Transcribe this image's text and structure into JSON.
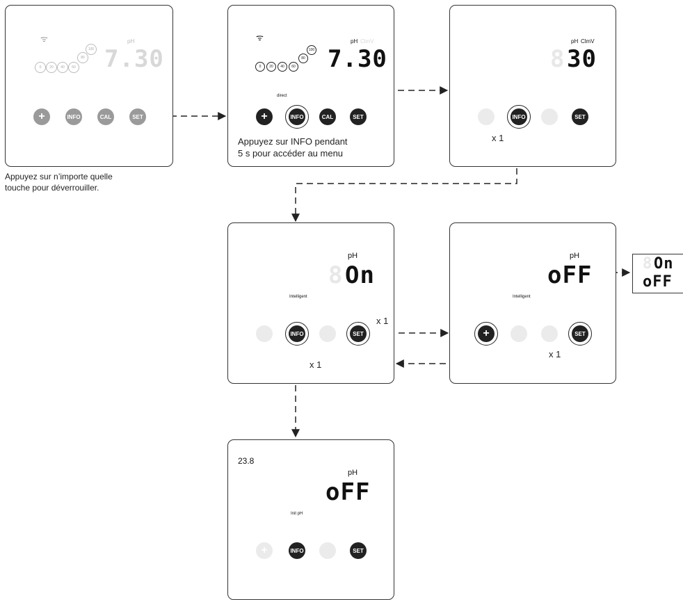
{
  "captions": {
    "unlock": [
      "Appuyez sur n’importe quelle",
      "touche pour déverrouiller."
    ],
    "menu": [
      "Appuyez sur INFO pendant",
      "5 s pour accéder au menu"
    ]
  },
  "multipliers": {
    "x1": "x 1"
  },
  "buttons": {
    "plus": "+",
    "info": "INFO",
    "cal": "CAL",
    "set": "SET"
  },
  "panel1": {
    "display": "7.30",
    "unit": "pH",
    "circles": [
      "0",
      "20",
      "40",
      "60",
      "80",
      "100"
    ]
  },
  "panel2": {
    "display": "7.30",
    "unit": "pH",
    "unit2": "ClmV",
    "mode": "direct",
    "circles": [
      "0",
      "20",
      "40",
      "60",
      "80",
      "100"
    ]
  },
  "panel3": {
    "display": "30",
    "unit": "pH",
    "unit2": "ClmV"
  },
  "panel4": {
    "display": "On",
    "unit": "pH",
    "mode": "Intelligent"
  },
  "panel5": {
    "display": "oFF",
    "unit": "pH",
    "mode": "Intelligent"
  },
  "panel5_options": {
    "on": "On",
    "off": "oFF"
  },
  "panel6": {
    "temp": "23.8",
    "display": "oFF",
    "unit": "pH",
    "mode": "Init pH"
  }
}
